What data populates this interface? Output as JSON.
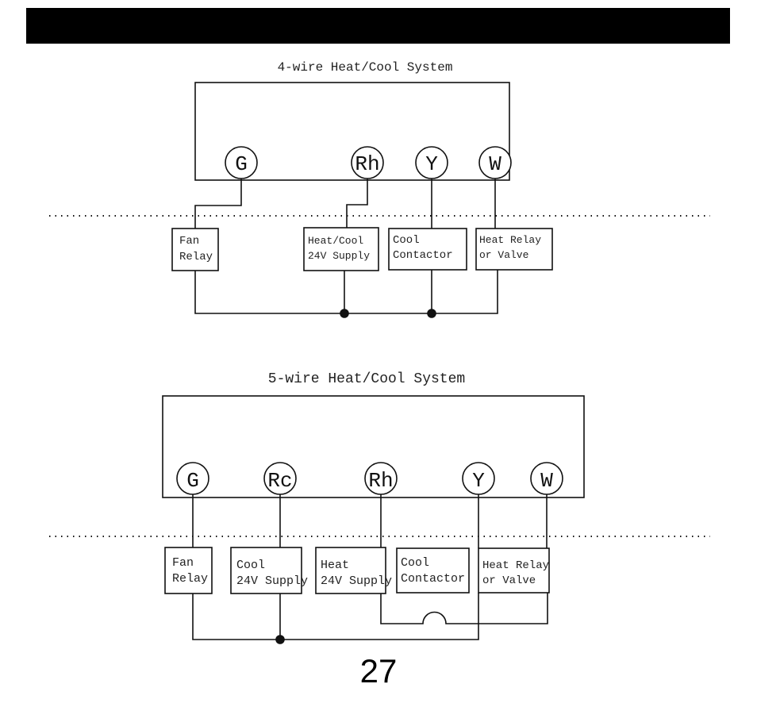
{
  "page_number": "27",
  "diagram_4wire": {
    "title": "4-wire Heat/Cool System",
    "terminals": [
      "G",
      "Rh",
      "Y",
      "W"
    ],
    "devices": [
      {
        "line1": "Fan",
        "line2": "Relay"
      },
      {
        "line1": "Heat/Cool",
        "line2": "24V Supply"
      },
      {
        "line1": "Cool",
        "line2": "Contactor"
      },
      {
        "line1": "Heat Relay",
        "line2": "or Valve"
      }
    ]
  },
  "diagram_5wire": {
    "title": "5-wire Heat/Cool System",
    "terminals": [
      "G",
      "Rc",
      "Rh",
      "Y",
      "W"
    ],
    "devices": [
      {
        "line1": "Fan",
        "line2": "Relay"
      },
      {
        "line1": "Cool",
        "line2": "24V Supply"
      },
      {
        "line1": "Heat",
        "line2": "24V Supply"
      },
      {
        "line1": "Cool",
        "line2": "Contactor"
      },
      {
        "line1": "Heat Relay",
        "line2": "or Valve"
      }
    ]
  }
}
